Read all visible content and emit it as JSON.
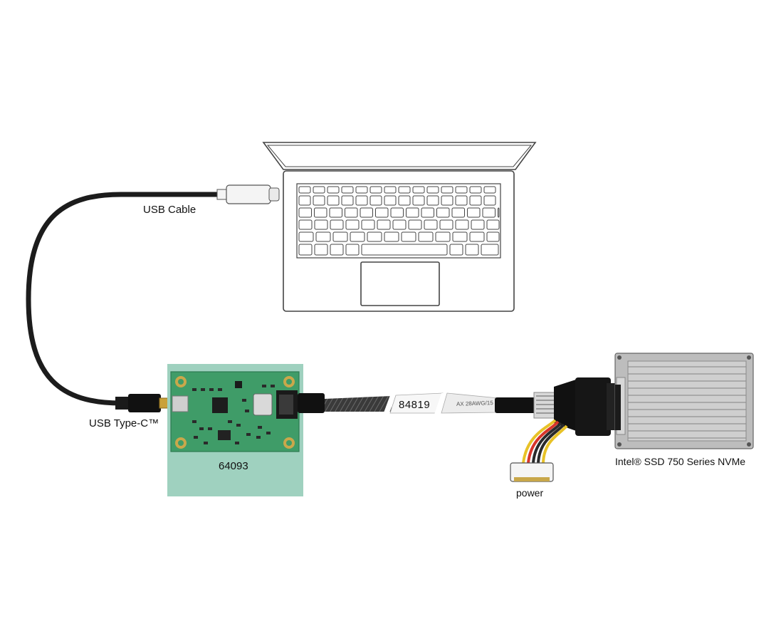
{
  "labels": {
    "usb_cable": "USB Cable",
    "usb_type_c": "USB Type-C™",
    "adapter_model": "64093",
    "cable_model": "84819",
    "cable_print": "AX 28AWG/15",
    "ssd_name": "Intel® SSD 750 Series NVMe",
    "power": "power"
  },
  "icons": [
    "laptop-icon",
    "usb-c-connector-icon",
    "pcb-board-icon",
    "ssd-drive-icon",
    "sata-power-connector-icon"
  ],
  "colors": {
    "pcb_highlight": "#9fd1bf",
    "pcb_green": "#3f9c68",
    "cable_black": "#222222",
    "wire_yellow": "#e8c227",
    "wire_red": "#d8352a",
    "wire_black": "#2a2a2a",
    "ssd_grey": "#c9c9c9"
  }
}
